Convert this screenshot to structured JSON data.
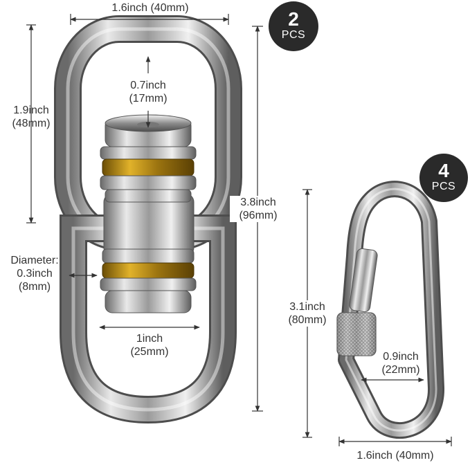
{
  "badges": {
    "swivel": {
      "count": "2",
      "unit": "PCS"
    },
    "carabiner": {
      "count": "4",
      "unit": "PCS"
    }
  },
  "swivel": {
    "width": "1.6inch (40mm)",
    "loop_height_in": "1.9inch",
    "loop_height_mm": "(48mm)",
    "top_gap_in": "0.7inch",
    "top_gap_mm": "(17mm)",
    "total_height_in": "3.8inch",
    "total_height_mm": "(96mm)",
    "diameter_title": "Diameter:",
    "diameter_in": "0.3inch",
    "diameter_mm": "(8mm)",
    "inner_width_in": "1inch",
    "inner_width_mm": "(25mm)"
  },
  "carabiner": {
    "height_in": "3.1inch",
    "height_mm": "(80mm)",
    "gate_in": "0.9inch",
    "gate_mm": "(22mm)",
    "width": "1.6inch (40mm)"
  },
  "colors": {
    "steel_light": "#e8e8e8",
    "steel_mid": "#a7a7a7",
    "steel_dark": "#555555",
    "bearing_gold": "#d4a21a",
    "badge": "#2a2a2a"
  }
}
